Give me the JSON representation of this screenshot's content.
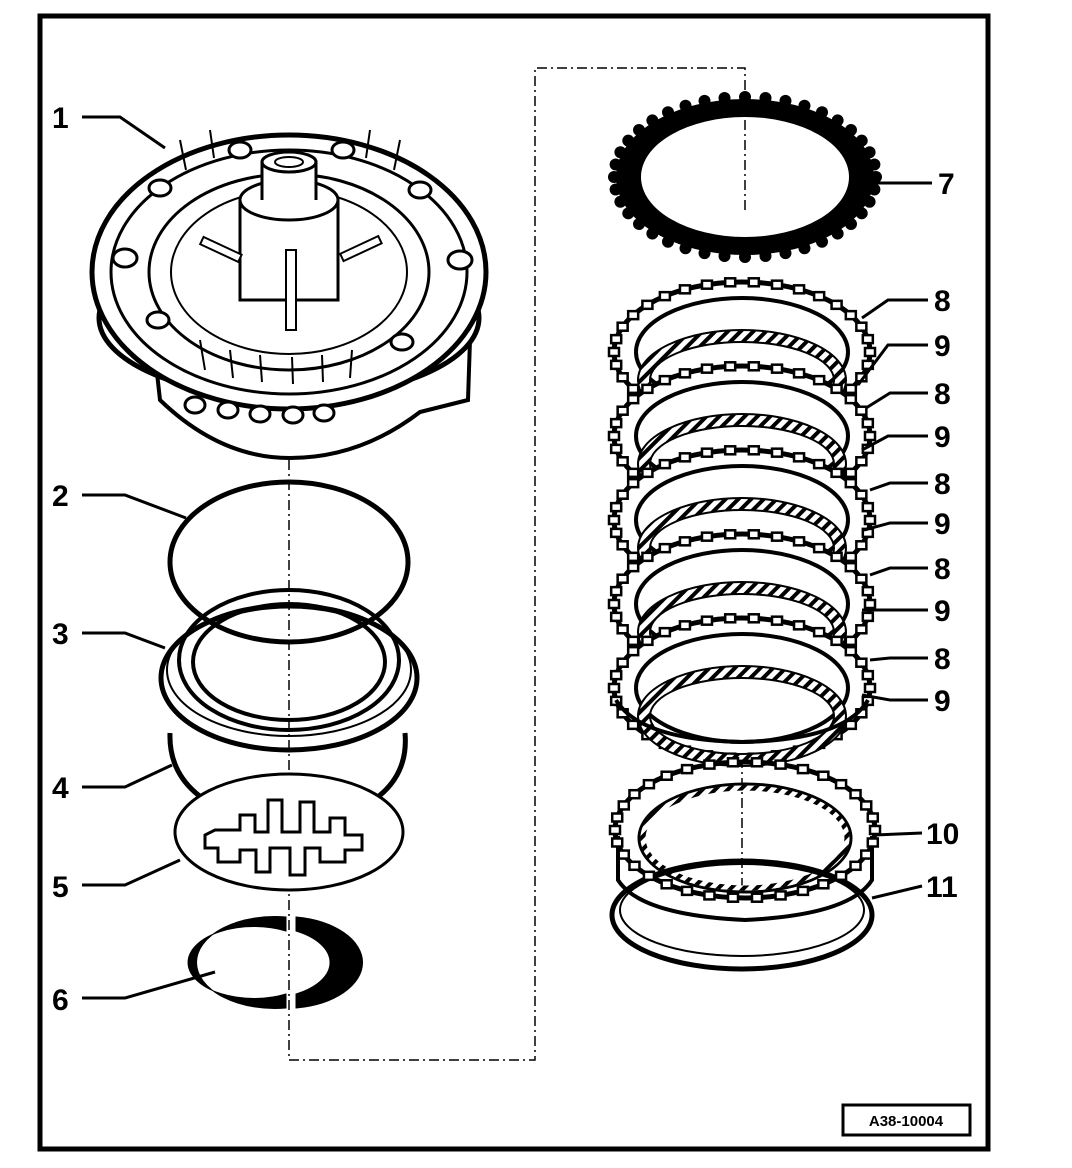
{
  "diagram": {
    "figure_id": "A38-10004",
    "callouts": [
      {
        "id": "callout-1",
        "text": "1"
      },
      {
        "id": "callout-2",
        "text": "2"
      },
      {
        "id": "callout-3",
        "text": "3"
      },
      {
        "id": "callout-4",
        "text": "4"
      },
      {
        "id": "callout-5",
        "text": "5"
      },
      {
        "id": "callout-6",
        "text": "6"
      },
      {
        "id": "callout-7",
        "text": "7"
      },
      {
        "id": "callout-8a",
        "text": "8"
      },
      {
        "id": "callout-9a",
        "text": "9"
      },
      {
        "id": "callout-8b",
        "text": "8"
      },
      {
        "id": "callout-9b",
        "text": "9"
      },
      {
        "id": "callout-8c",
        "text": "8"
      },
      {
        "id": "callout-9c",
        "text": "9"
      },
      {
        "id": "callout-8d",
        "text": "8"
      },
      {
        "id": "callout-9d",
        "text": "9"
      },
      {
        "id": "callout-8e",
        "text": "8"
      },
      {
        "id": "callout-9e",
        "text": "9"
      },
      {
        "id": "callout-10",
        "text": "10"
      },
      {
        "id": "callout-11",
        "text": "11"
      }
    ]
  }
}
